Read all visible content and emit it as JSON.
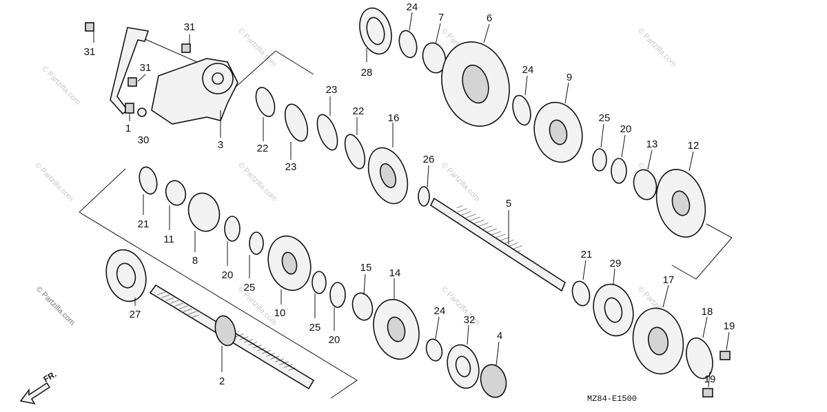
{
  "diagram_code": "MZ84-E1500",
  "watermark": "© Partzilla.com",
  "direction_label": "FR.",
  "part_labels": [
    {
      "id": "l1",
      "text": "1"
    },
    {
      "id": "l2",
      "text": "2"
    },
    {
      "id": "l3",
      "text": "3"
    },
    {
      "id": "l4",
      "text": "4"
    },
    {
      "id": "l5",
      "text": "5"
    },
    {
      "id": "l6",
      "text": "6"
    },
    {
      "id": "l7",
      "text": "7"
    },
    {
      "id": "l8",
      "text": "8"
    },
    {
      "id": "l9",
      "text": "9"
    },
    {
      "id": "l10",
      "text": "10"
    },
    {
      "id": "l11",
      "text": "11"
    },
    {
      "id": "l12",
      "text": "12"
    },
    {
      "id": "l13",
      "text": "13"
    },
    {
      "id": "l14",
      "text": "14"
    },
    {
      "id": "l15",
      "text": "15"
    },
    {
      "id": "l16",
      "text": "16"
    },
    {
      "id": "l17",
      "text": "17"
    },
    {
      "id": "l18",
      "text": "18"
    },
    {
      "id": "l19a",
      "text": "19"
    },
    {
      "id": "l19b",
      "text": "19"
    },
    {
      "id": "l20a",
      "text": "20"
    },
    {
      "id": "l20b",
      "text": "20"
    },
    {
      "id": "l20c",
      "text": "20"
    },
    {
      "id": "l21a",
      "text": "21"
    },
    {
      "id": "l21b",
      "text": "21"
    },
    {
      "id": "l22a",
      "text": "22"
    },
    {
      "id": "l22b",
      "text": "22"
    },
    {
      "id": "l23a",
      "text": "23"
    },
    {
      "id": "l23b",
      "text": "23"
    },
    {
      "id": "l24a",
      "text": "24"
    },
    {
      "id": "l24b",
      "text": "24"
    },
    {
      "id": "l24c",
      "text": "24"
    },
    {
      "id": "l25a",
      "text": "25"
    },
    {
      "id": "l25b",
      "text": "25"
    },
    {
      "id": "l25c",
      "text": "25"
    },
    {
      "id": "l26",
      "text": "26"
    },
    {
      "id": "l27",
      "text": "27"
    },
    {
      "id": "l28",
      "text": "28"
    },
    {
      "id": "l29",
      "text": "29"
    },
    {
      "id": "l30",
      "text": "30"
    },
    {
      "id": "l31a",
      "text": "31"
    },
    {
      "id": "l31b",
      "text": "31"
    },
    {
      "id": "l31c",
      "text": "31"
    },
    {
      "id": "l32",
      "text": "32"
    }
  ]
}
